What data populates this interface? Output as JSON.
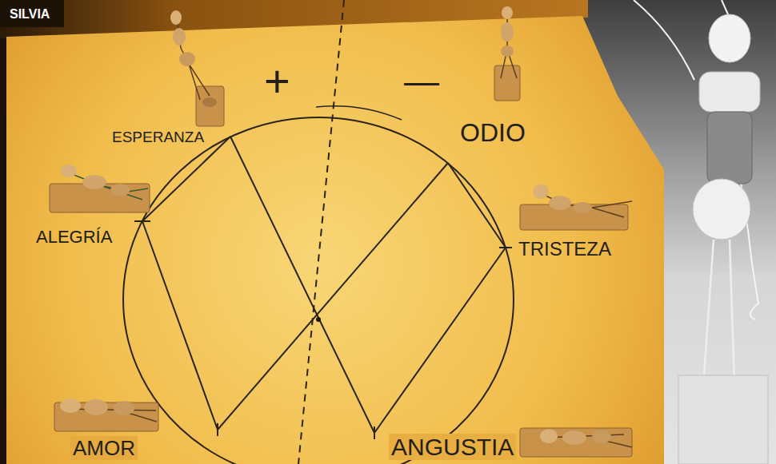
{
  "diagram": {
    "title": "SILVIA",
    "labels": [
      "+",
      "—",
      "ESPERANZA",
      "ODIO",
      "ALEGRÍA",
      "TRISTEZA",
      "AMOR",
      "ANGUSTIA"
    ]
  }
}
